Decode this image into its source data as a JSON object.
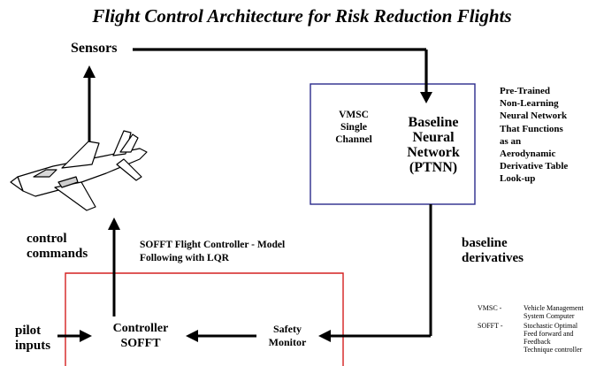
{
  "title": "Flight Control Architecture for Risk Reduction Flights",
  "sensors": "Sensors",
  "vmsc_box": {
    "line1": "VMSC",
    "line2": "Single",
    "line3": "Channel"
  },
  "ptnn_box": {
    "line1": "Baseline",
    "line2": "Neural",
    "line3": "Network",
    "line4": "(PTNN)"
  },
  "ptnn_desc": [
    "Pre-Trained",
    "Non-Learning",
    "Neural Network",
    "That Functions",
    "as an",
    "Aerodynamic",
    "Derivative Table",
    "Look-up"
  ],
  "control_commands": {
    "line1": "control",
    "line2": "commands"
  },
  "sofft_desc": {
    "line1": "SOFFT Flight Controller - Model",
    "line2": "Following with LQR"
  },
  "baseline_derivatives": {
    "line1": "baseline",
    "line2": "derivatives"
  },
  "pilot_inputs": {
    "line1": "pilot",
    "line2": "inputs"
  },
  "controller": {
    "line1": "Controller",
    "line2": "SOFFT"
  },
  "safety_monitor": {
    "line1": "Safety",
    "line2": "Monitor"
  },
  "glossary": {
    "vmsc_abbr": "VMSC -",
    "vmsc_def1": "Vehicle Management",
    "vmsc_def2": "System Computer",
    "sofft_abbr": "SOFFT -",
    "sofft_def1": "Stochastic Optimal",
    "sofft_def2": "Feed forward and",
    "sofft_def3": "Feedback",
    "sofft_def4": "Technique controller"
  },
  "colors": {
    "nn_box_border": "#2a2a8c",
    "controller_box_border": "#d42020",
    "arrows": "#000000"
  },
  "icons": {
    "aircraft": "fighter-jet-icon"
  }
}
